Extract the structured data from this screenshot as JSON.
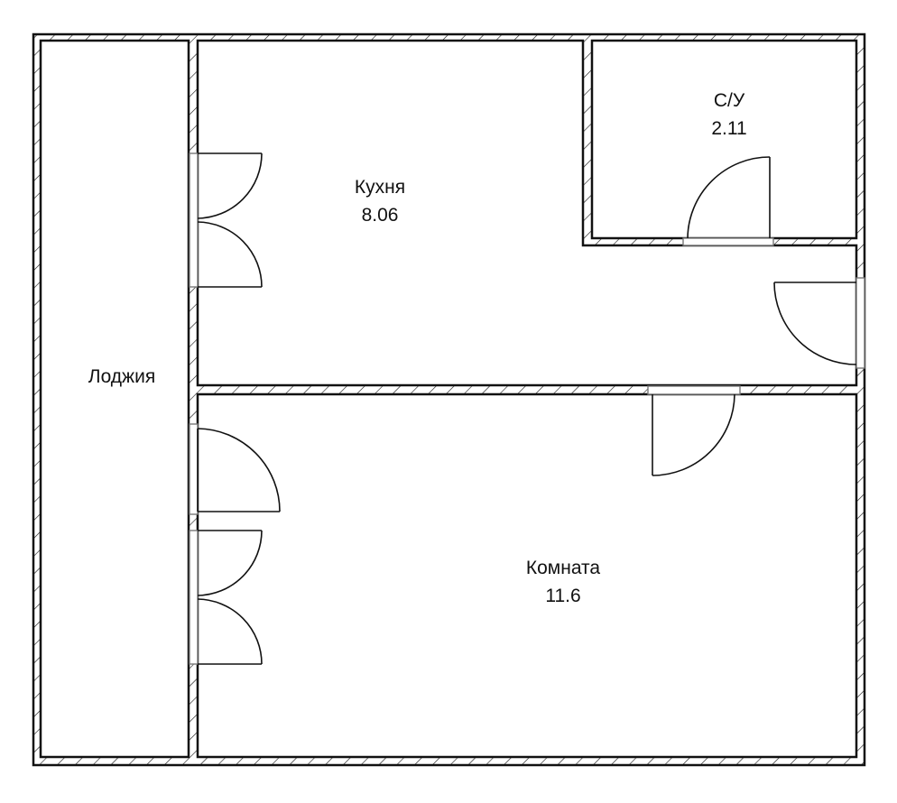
{
  "rooms": {
    "loggia": {
      "name": "Лоджия"
    },
    "kitchen": {
      "name": "Кухня",
      "area": "8.06"
    },
    "bathroom": {
      "name": "С/У",
      "area": "2.11"
    },
    "room": {
      "name": "Комната",
      "area": "11.6"
    }
  }
}
